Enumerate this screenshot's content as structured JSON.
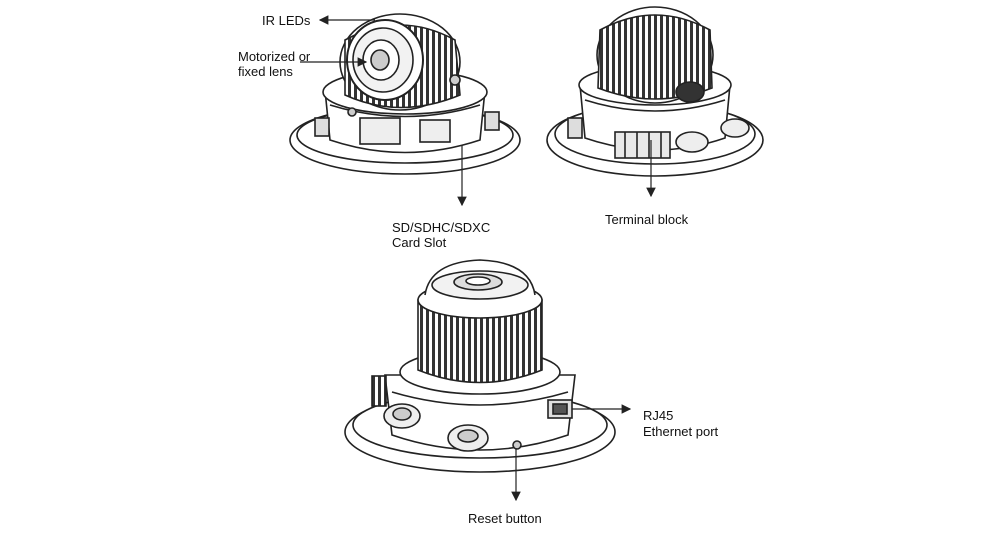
{
  "labels": {
    "ir_leds": "IR LEDs",
    "lens_line1": "Motorized or",
    "lens_line2": "fixed lens",
    "sd_line1": "SD/SDHC/SDXC",
    "sd_line2": "Card Slot",
    "terminal_block": "Terminal block",
    "rj45_line1": "RJ45",
    "rj45_line2": "Ethernet port",
    "reset_button": "Reset button"
  },
  "colors": {
    "line": "#222222",
    "background": "#ffffff"
  },
  "icons": [
    "dome-camera-front-illustration",
    "dome-camera-rear-illustration",
    "dome-camera-side-illustration"
  ]
}
